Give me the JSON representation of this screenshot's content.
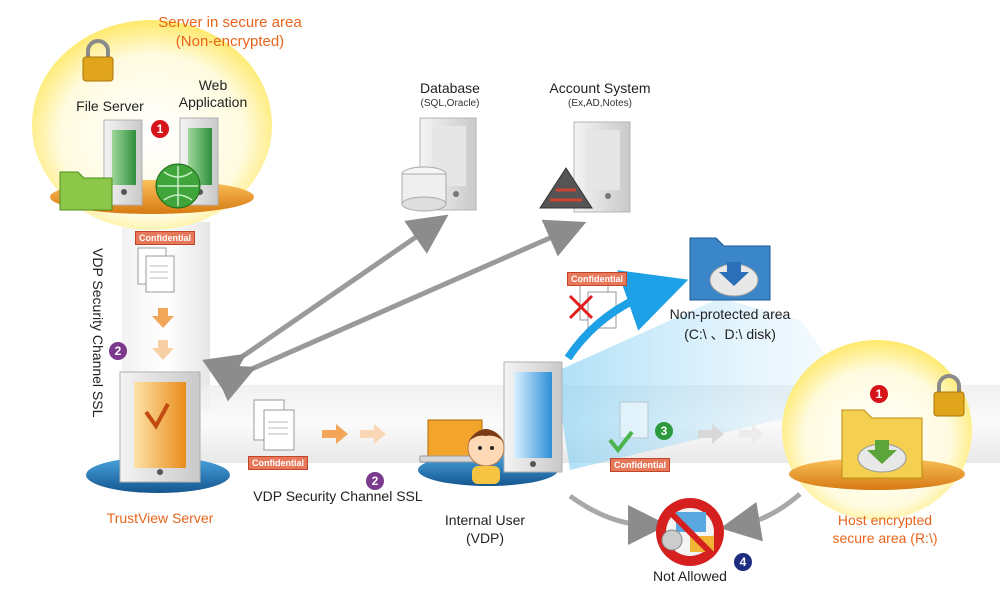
{
  "labels": {
    "secure_area": "Server in secure area",
    "non_encrypted": "(Non-encrypted)",
    "file_server": "File Server",
    "web_app_line1": "Web",
    "web_app_line2": "Application",
    "database": "Database",
    "database_sub": "(SQL,Oracle)",
    "account_system": "Account System",
    "account_sub": "(Ex,AD,Notes)",
    "vdp_channel_vertical": "VDP Security Channel  SSL",
    "vdp_channel_horizontal": "VDP Security Channel  SSL",
    "trustview": "TrustView Server",
    "internal_user_line1": "Internal User",
    "internal_user_line2": "(VDP)",
    "non_protected_line1": "Non-protected area",
    "non_protected_line2": "(C:\\ 、D:\\ disk)",
    "host_encrypted_line1": "Host encrypted",
    "host_encrypted_line2": "secure area (R:\\)",
    "not_allowed": "Not Allowed",
    "confidential": "Confidential"
  },
  "badges": {
    "one": "1",
    "two": "2",
    "three": "3",
    "four": "4"
  },
  "colors": {
    "accent_orange": "#e8641b",
    "badge_red": "#d7141a",
    "badge_purple": "#7b3a8e",
    "badge_green": "#2e9a3e",
    "badge_navy": "#1e2d80",
    "confidential_red": "#e8785a"
  },
  "icons": [
    "lock-icon",
    "file-server-icon",
    "web-app-server-icon",
    "folder-icon",
    "globe-icon",
    "database-server-icon",
    "account-server-icon",
    "document-icon",
    "trustview-server-icon",
    "internal-user-server-icon",
    "user-avatar-icon",
    "laptop-icon",
    "protected-folder-icon",
    "encrypted-folder-icon",
    "not-allowed-icon",
    "checkmark-icon",
    "cross-icon"
  ]
}
